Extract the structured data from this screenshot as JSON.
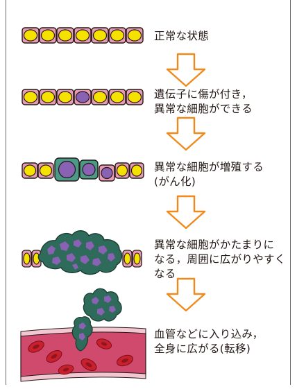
{
  "colors": {
    "cell_fill": "#e89bb4",
    "cell_stroke": "#231815",
    "nucleus_normal": "#f5e200",
    "nucleus_abnormal": "#8a62b4",
    "abnormal_cell_fill": "#4a9a86",
    "tumor_fill": "#2f6b5a",
    "arrow": "#f08a1c",
    "vessel": "#d04a6e",
    "blood_cell": "#c8202c"
  },
  "steps": [
    {
      "label": "正常な状態"
    },
    {
      "label": "遺伝子に傷が付き，\n異常な細胞ができる"
    },
    {
      "label": "異常な細胞が増殖する\n(がん化)"
    },
    {
      "label": "異常な細胞がかたまりに\nなる，周囲に広がりやすく\nなる"
    },
    {
      "label": "血管などに入り込み，\n全身に広がる(転移)"
    }
  ]
}
